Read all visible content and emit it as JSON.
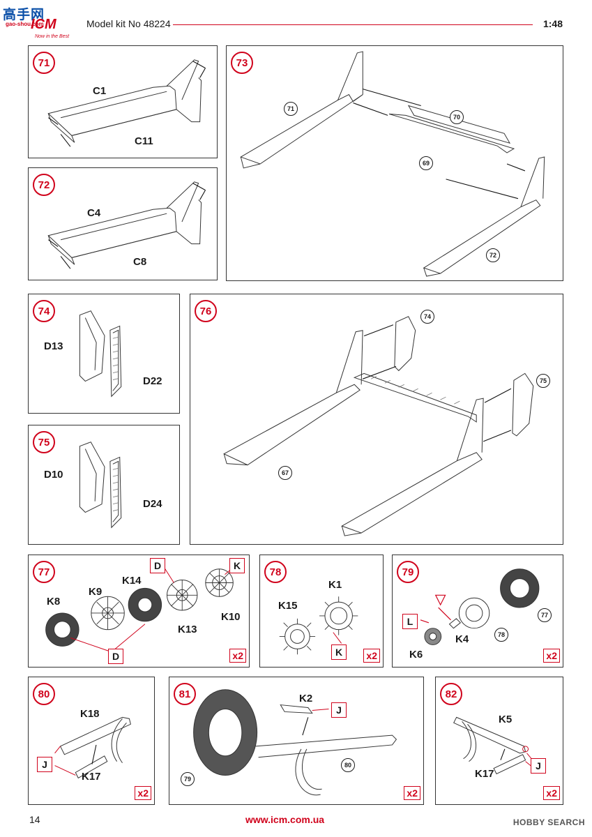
{
  "header": {
    "logo_cn": "高手网",
    "logo_site": "gao-shou.com",
    "logo_brand": "ICM",
    "logo_tag": "Now in the Best",
    "title": "Model kit No 48224",
    "scale": "1:48"
  },
  "steps": {
    "s71": {
      "number": "71",
      "parts": [
        "C1",
        "C11"
      ]
    },
    "s72": {
      "number": "72",
      "parts": [
        "C4",
        "C8"
      ]
    },
    "s73": {
      "number": "73",
      "refs": [
        "71",
        "70",
        "69",
        "72"
      ]
    },
    "s74": {
      "number": "74",
      "parts": [
        "D13",
        "D22"
      ]
    },
    "s75": {
      "number": "75",
      "parts": [
        "D10",
        "D24"
      ]
    },
    "s76": {
      "number": "76",
      "refs": [
        "74",
        "75",
        "67"
      ]
    },
    "s77": {
      "number": "77",
      "parts": [
        "K8",
        "K9",
        "K14",
        "K13",
        "K10"
      ],
      "boxes": [
        "D",
        "K",
        "D"
      ],
      "multiplier": "x2"
    },
    "s78": {
      "number": "78",
      "parts": [
        "K1",
        "K15"
      ],
      "boxes": [
        "K"
      ],
      "multiplier": "x2"
    },
    "s79": {
      "number": "79",
      "parts": [
        "K4",
        "K6"
      ],
      "boxes": [
        "L"
      ],
      "refs": [
        "77",
        "78"
      ],
      "multiplier": "x2"
    },
    "s80": {
      "number": "80",
      "parts": [
        "K18",
        "K17"
      ],
      "boxes": [
        "J"
      ],
      "multiplier": "x2"
    },
    "s81": {
      "number": "81",
      "parts": [
        "K2"
      ],
      "boxes": [
        "J"
      ],
      "refs": [
        "79",
        "80"
      ],
      "multiplier": "x2"
    },
    "s82": {
      "number": "82",
      "parts": [
        "K5",
        "K17"
      ],
      "boxes": [
        "J"
      ],
      "multiplier": "x2"
    }
  },
  "footer": {
    "page_number": "14",
    "url": "www.icm.com.ua",
    "watermark": "HOBBY SEARCH"
  },
  "colors": {
    "accent": "#d0021b",
    "line": "#333333",
    "text": "#1a1a1a"
  }
}
